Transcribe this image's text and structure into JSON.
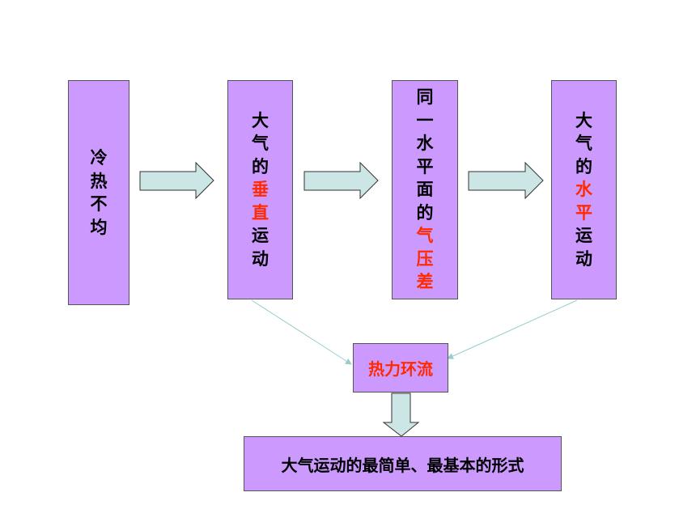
{
  "colors": {
    "box_fill": "#cc99ff",
    "arrow_fill": "#cce6e6",
    "highlight_text": "#ff2a00",
    "connector_line": "#99cccc"
  },
  "boxes": {
    "cause": {
      "parts": [
        {
          "text": "冷热不均",
          "highlight": false
        }
      ]
    },
    "vertical_motion": {
      "parts": [
        {
          "text": "大气的",
          "highlight": false
        },
        {
          "text": "垂直",
          "highlight": true
        },
        {
          "text": "运动",
          "highlight": false
        }
      ]
    },
    "pressure_difference": {
      "parts": [
        {
          "text": "同一水平面的",
          "highlight": false
        },
        {
          "text": "气压差",
          "highlight": true
        }
      ]
    },
    "horizontal_motion": {
      "parts": [
        {
          "text": "大气的",
          "highlight": false
        },
        {
          "text": "水平",
          "highlight": true
        },
        {
          "text": "运动",
          "highlight": false
        }
      ]
    }
  },
  "thermal_circulation": {
    "label": "热力环流"
  },
  "conclusion": {
    "label": "大气运动的最简单、最基本的形式"
  }
}
